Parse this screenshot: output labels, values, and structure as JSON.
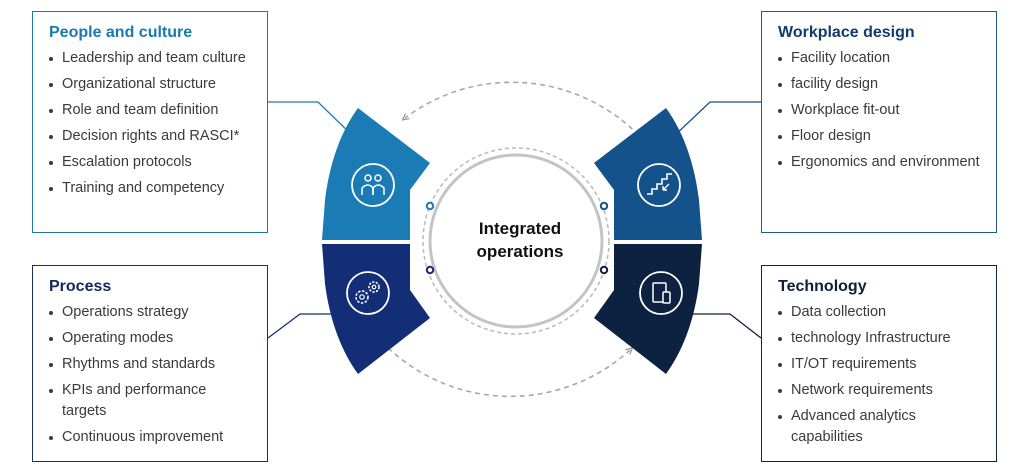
{
  "center": {
    "line1": "Integrated",
    "line2": "operations"
  },
  "people": {
    "title": "People and culture",
    "items": [
      "Leadership and team culture",
      "Organizational structure",
      "Role and team definition",
      "Decision rights and RASCI*",
      "Escalation protocols",
      "Training and competency"
    ]
  },
  "workplace": {
    "title": "Workplace design",
    "items": [
      "Facility location",
      "facility design",
      "Workplace fit-out",
      "Floor design",
      "Ergonomics and environment"
    ]
  },
  "process": {
    "title": "Process",
    "items": [
      "Operations strategy",
      "Operating modes",
      "Rhythms and standards",
      "KPIs and performance targets",
      "Continuous improvement"
    ]
  },
  "technology": {
    "title": "Technology",
    "items": [
      "Data collection",
      "technology Infrastructure",
      "IT/OT requirements",
      "Network requirements",
      "Advanced analytics capabilities"
    ]
  },
  "colors": {
    "people": "#1b7cb5",
    "workplace": "#13528a",
    "process": "#132d76",
    "technology": "#0d2140",
    "arrow": "#9a9a9a"
  }
}
